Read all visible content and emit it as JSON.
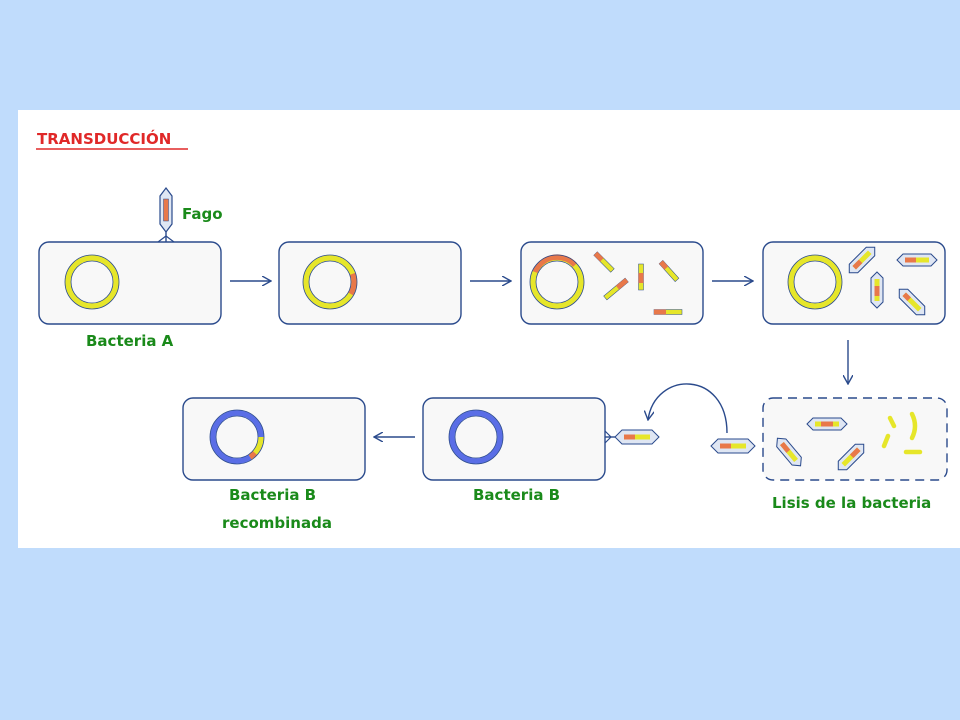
{
  "title": "TRANSDUCCIÓN",
  "labels": {
    "fago": "Fago",
    "bacteria_a": "Bacteria A",
    "bacteria_b": "Bacteria B",
    "bacteria_b_recombinada_line1": "Bacteria B",
    "bacteria_b_recombinada_line2": "recombinada",
    "lisis": "Lisis de la bacteria"
  },
  "colors": {
    "page_background": "#c0dcfc",
    "panel_background": "#ffffff",
    "title": "#e02828",
    "label": "#1a8a1a",
    "outline": "#2a4a8c",
    "cell_fill": "#f8f8f8",
    "dna_a": "#e6e62a",
    "dna_segment": "#e8784a",
    "dna_b": "#5a6ee6",
    "phage_fill": "#dfe6f3"
  }
}
